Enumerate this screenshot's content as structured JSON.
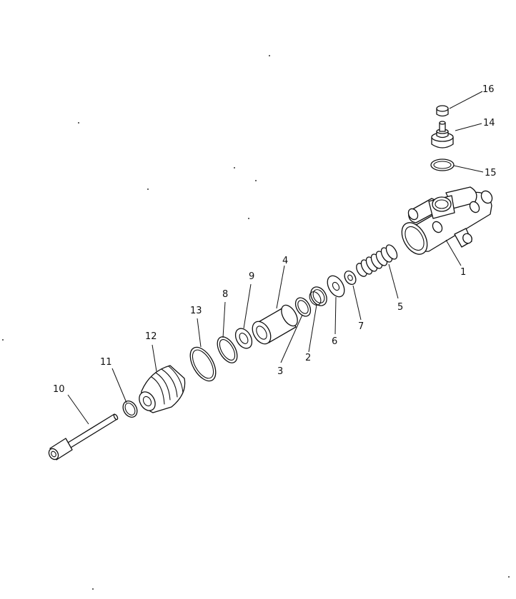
{
  "callouts": {
    "p1": "1",
    "p2": "2",
    "p3": "3",
    "p4": "4",
    "p5": "5",
    "p6": "6",
    "p7": "7",
    "p8": "8",
    "p9": "9",
    "p10": "10",
    "p11": "11",
    "p12": "12",
    "p13": "13",
    "p14": "14",
    "p15": "15",
    "p16": "16"
  },
  "line_color": "#111111",
  "background_color": "#ffffff"
}
